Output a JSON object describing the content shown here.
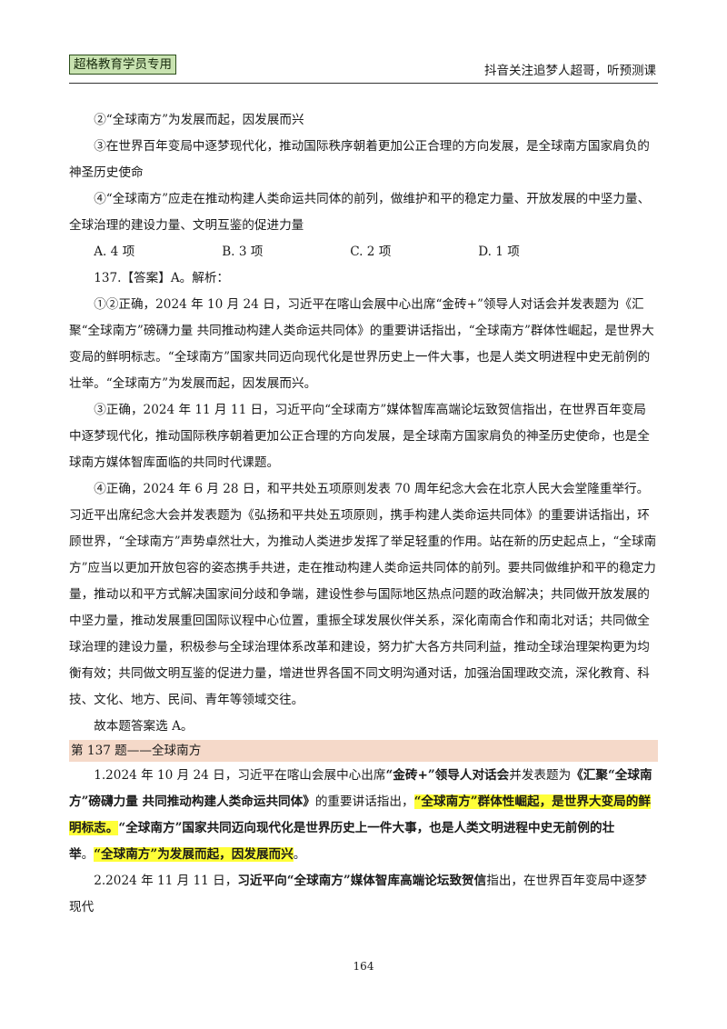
{
  "header": {
    "left_badge": "超格教育学员专用",
    "right_text": "抖音关注追梦人超哥，听预测课"
  },
  "question": {
    "item2": "②“全球南方”为发展而起，因发展而兴",
    "item3": "③在世界百年变局中逐梦现代化，推动国际秩序朝着更加公正合理的方向发展，是全球南方国家肩负的神圣历史使命",
    "item4": "④“全球南方”应走在推动构建人类命运共同体的前列，做维护和平的稳定力量、开放发展的中坚力量、全球治理的建设力量、文明互鉴的促进力量",
    "options": [
      "A. 4 项",
      "B. 3 项",
      "C. 2 项",
      "D. 1 项"
    ]
  },
  "answer": {
    "header": "137.【答案】A。解析：",
    "para1": "①②正确，2024 年 10 月 24 日，习近平在喀山会展中心出席“金砖+”领导人对话会并发表题为《汇聚“全球南方”磅礴力量  共同推动构建人类命运共同体》的重要讲话指出，“全球南方”群体性崛起，是世界大变局的鲜明标志。“全球南方”国家共同迈向现代化是世界历史上一件大事，也是人类文明进程中史无前例的壮举。“全球南方”为发展而起，因发展而兴。",
    "para2": "③正确，2024 年 11 月 11 日，习近平向“全球南方”媒体智库高端论坛致贺信指出，在世界百年变局中逐梦现代化，推动国际秩序朝着更加公正合理的方向发展，是全球南方国家肩负的神圣历史使命，也是全球南方媒体智库面临的共同时代课题。",
    "para3": "④正确，2024 年 6 月 28 日，和平共处五项原则发表 70 周年纪念大会在北京人民大会堂隆重举行。习近平出席纪念大会并发表题为《弘扬和平共处五项原则，携手构建人类命运共同体》的重要讲话指出，环顾世界，“全球南方”声势卓然壮大，为推动人类进步发挥了举足轻重的作用。站在新的历史起点上，“全球南方”应当以更加开放包容的姿态携手共进，走在推动构建人类命运共同体的前列。要共同做维护和平的稳定力量，推动以和平方式解决国家间分歧和争端，建设性参与国际地区热点问题的政治解决；共同做开放发展的中坚力量，推动发展重回国际议程中心位置，重振全球发展伙伴关系，深化南南合作和南北对话；共同做全球治理的建设力量，积极参与全球治理体系改革和建设，努力扩大各方共同利益，推动全球治理架构更为均衡有效；共同做文明互鉴的促进力量，增进世界各国不同文明沟通对话，加强治国理政交流，深化教育、科技、文化、地方、民间、青年等领域交往。",
    "conclusion": "故本题答案选 A。"
  },
  "section": {
    "title": "第 137 题——全球南方",
    "p1": {
      "t1": "1.2024 年 10 月 24 日，习近平在喀山会展中心出席",
      "b1": "“金砖+”领导人对话会",
      "t2": "并发表题为",
      "b2": "《汇聚“全球南方”磅礴力量  共同推动构建人类命运共同体》",
      "t3": "的重要讲话指出，",
      "h1": "“全球南方”群体性崛起，是世界大变局的鲜明标志。",
      "b3": "“全球南方”国家共同迈向现代化是世界历史上一件大事，也是人类文明进程中史无前例的壮举",
      "t4": "。",
      "h2": "“全球南方”为发展而起，因发展而兴",
      "t5": "。"
    },
    "p2": {
      "t1": "2.2024 年 11 月 11 日，",
      "b1": "习近平向“全球南方”媒体智库高端论坛致贺信",
      "t2": "指出，在世界百年变局中逐梦现代"
    }
  },
  "footer": {
    "page_number": "164"
  }
}
